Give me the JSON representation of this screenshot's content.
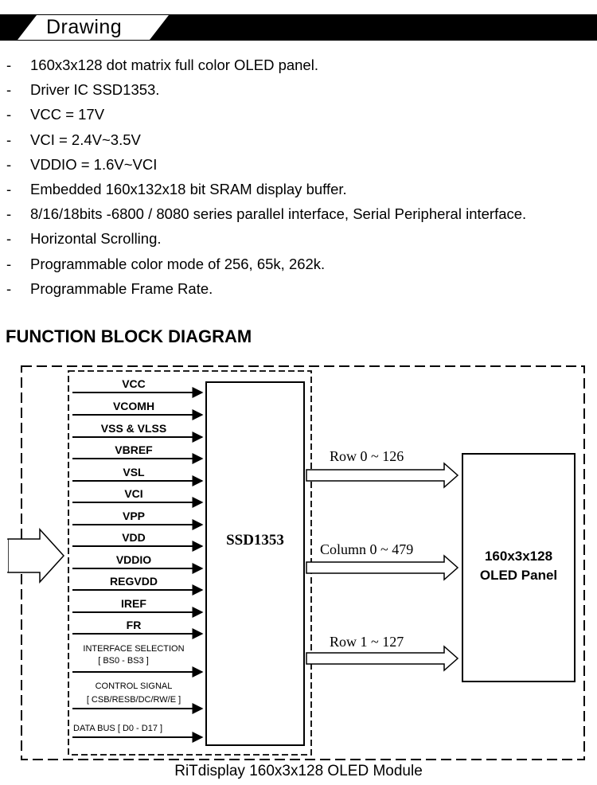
{
  "header": {
    "title": "Drawing"
  },
  "features": [
    "160x3x128 dot matrix full color OLED panel.",
    "Driver IC SSD1353.",
    "VCC = 17V",
    "VCI = 2.4V~3.5V",
    "VDDIO = 1.6V~VCI",
    "Embedded 160x132x18 bit SRAM display buffer.",
    "8/16/18bits -6800 / 8080 series parallel interface, Serial Peripheral interface.",
    "Horizontal Scrolling.",
    "Programmable color mode of 256, 65k, 262k.",
    "Programmable Frame Rate."
  ],
  "feature_bullet": "-",
  "section_title": "FUNCTION BLOCK DIAGRAM",
  "diagram": {
    "signals": [
      "VCC",
      "VCOMH",
      "VSS & VLSS",
      "VBREF",
      "VSL",
      "VCI",
      "VPP",
      "VDD",
      "VDDIO",
      "REGVDD",
      "IREF",
      "FR"
    ],
    "interface_selection": {
      "line1": "INTERFACE SELECTION",
      "line2": "[ BS0 - BS3 ]"
    },
    "control_signal": {
      "line1": "CONTROL SIGNAL",
      "line2": "[ CSB/RESB/DC/RW/E ]"
    },
    "data_bus": "DATA BUS [ D0 - D17 ]",
    "chip": "SSD1353",
    "buses": [
      "Row  0 ~ 126",
      "Column  0 ~ 479",
      "Row  1 ~ 127"
    ],
    "panel": {
      "line1": "160x3x128",
      "line2": "OLED Panel"
    },
    "caption": "RiTdisplay 160x3x128 OLED Module"
  }
}
